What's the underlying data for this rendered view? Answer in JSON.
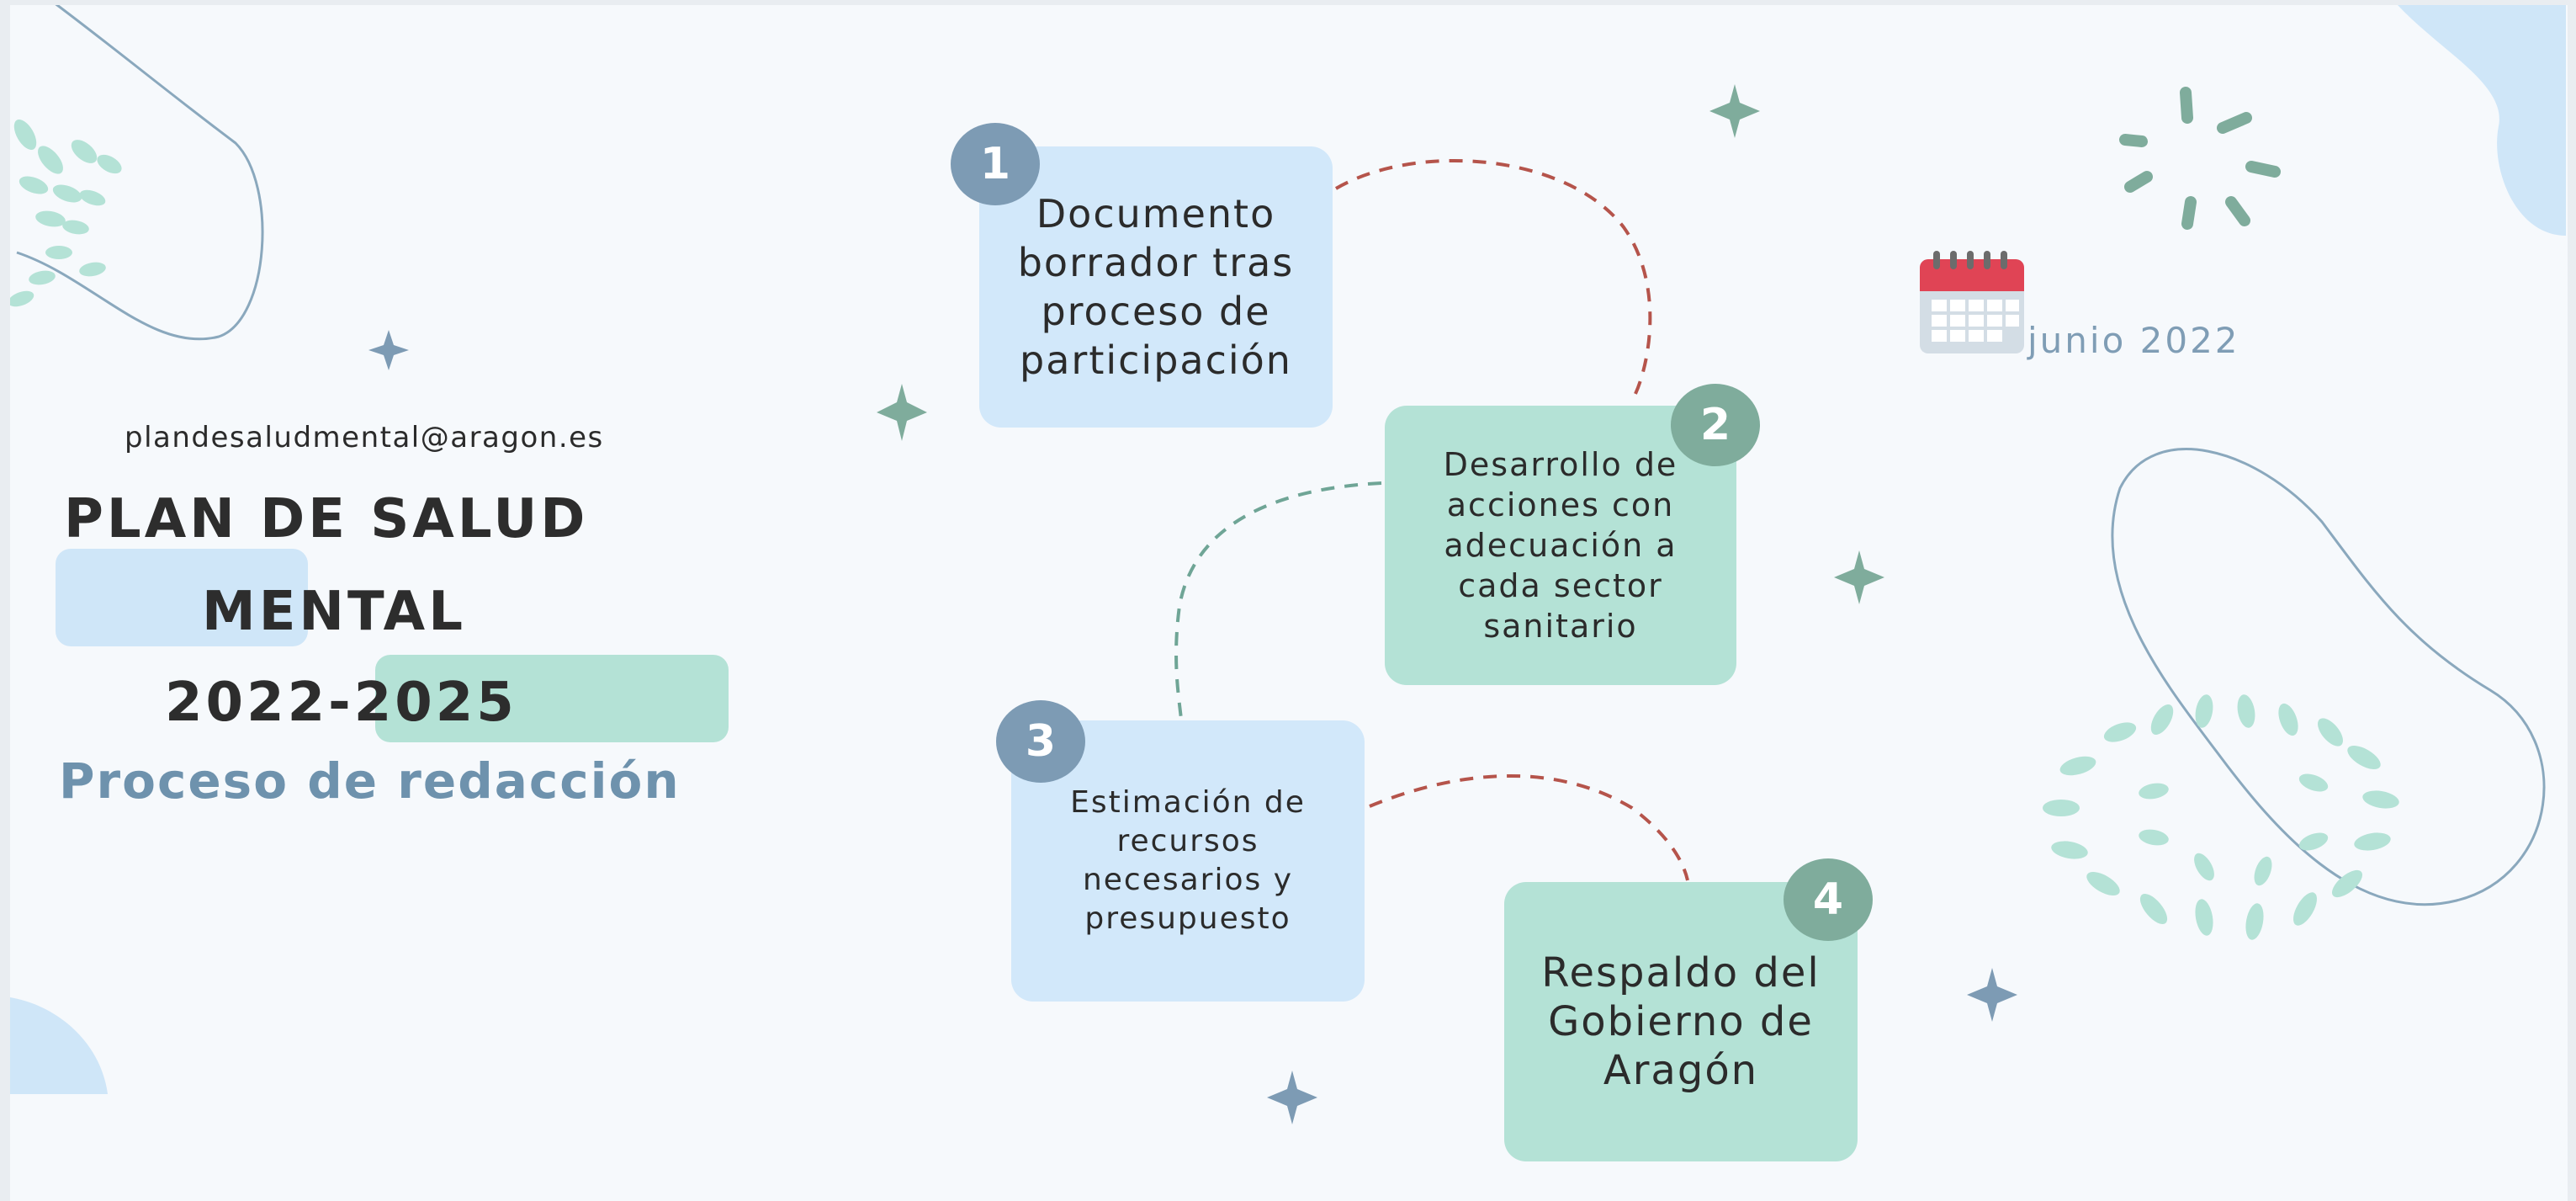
{
  "header": {
    "email": "plandesaludmental@aragon.es",
    "title_line1": "PLAN DE SALUD",
    "title_line2": "MENTAL",
    "title_line3": "2022-2025",
    "subtitle": "Proceso de redacción"
  },
  "date": {
    "text": "junio 2022",
    "icon": "calendar-icon"
  },
  "steps": [
    {
      "number": "1",
      "lines": [
        "Documento",
        "borrador tras",
        "proceso de",
        "participación"
      ]
    },
    {
      "number": "2",
      "lines": [
        "Desarrollo de",
        "acciones con",
        "adecuación a",
        "cada sector",
        "sanitario"
      ]
    },
    {
      "number": "3",
      "lines": [
        "Estimación de",
        "recursos",
        "necesarios y",
        "presupuesto"
      ]
    },
    {
      "number": "4",
      "lines": [
        "Respaldo del",
        "Gobierno de",
        "Aragón"
      ]
    }
  ],
  "colors": {
    "background": "#f6f9fc",
    "blue_card": "#d2e8fa",
    "green_card": "#b4e2d6",
    "blue_badge": "#7d9bb4",
    "green_badge": "#7fac9c",
    "title_text": "#2d2d2d",
    "subtitle_text": "#6e92ad",
    "red_connector": "#b5544b",
    "green_connector": "#6fa596"
  }
}
